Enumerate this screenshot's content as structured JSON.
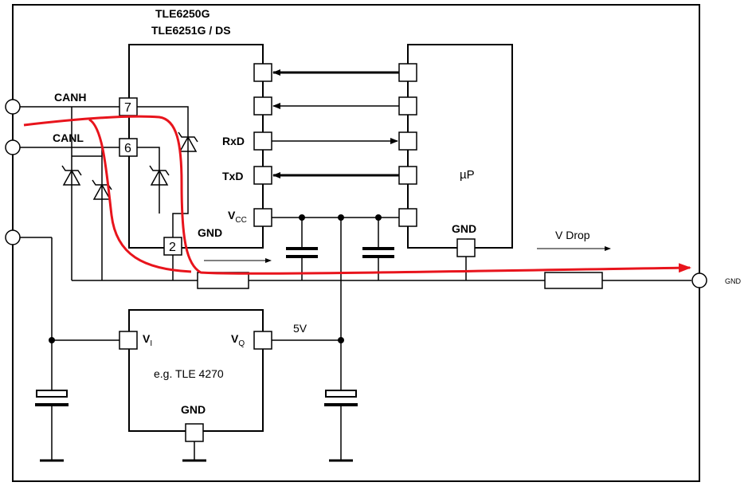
{
  "chip": {
    "name_line1": "TLE6250G",
    "name_line2": "TLE6251G / DS"
  },
  "labels": {
    "canh": "CANH",
    "canl": "CANL",
    "pin7": "7",
    "pin6": "6",
    "pin2": "2",
    "rxd": "RxD",
    "txd": "TxD",
    "vcc_main": "V",
    "vcc_sub": "CC",
    "gnd_transceiver": "GND",
    "mcu": "µP",
    "gnd_mcu": "GND",
    "v_drop": "V Drop",
    "gnd_terminal": "GND",
    "vi_main": "V",
    "vi_sub": "I",
    "vq_main": "V",
    "vq_sub": "Q",
    "five_volt": "5V",
    "regulator": "e.g. TLE 4270",
    "gnd_regulator": "GND"
  },
  "colors": {
    "wire": "#000000",
    "current_path": "#e8141c"
  }
}
